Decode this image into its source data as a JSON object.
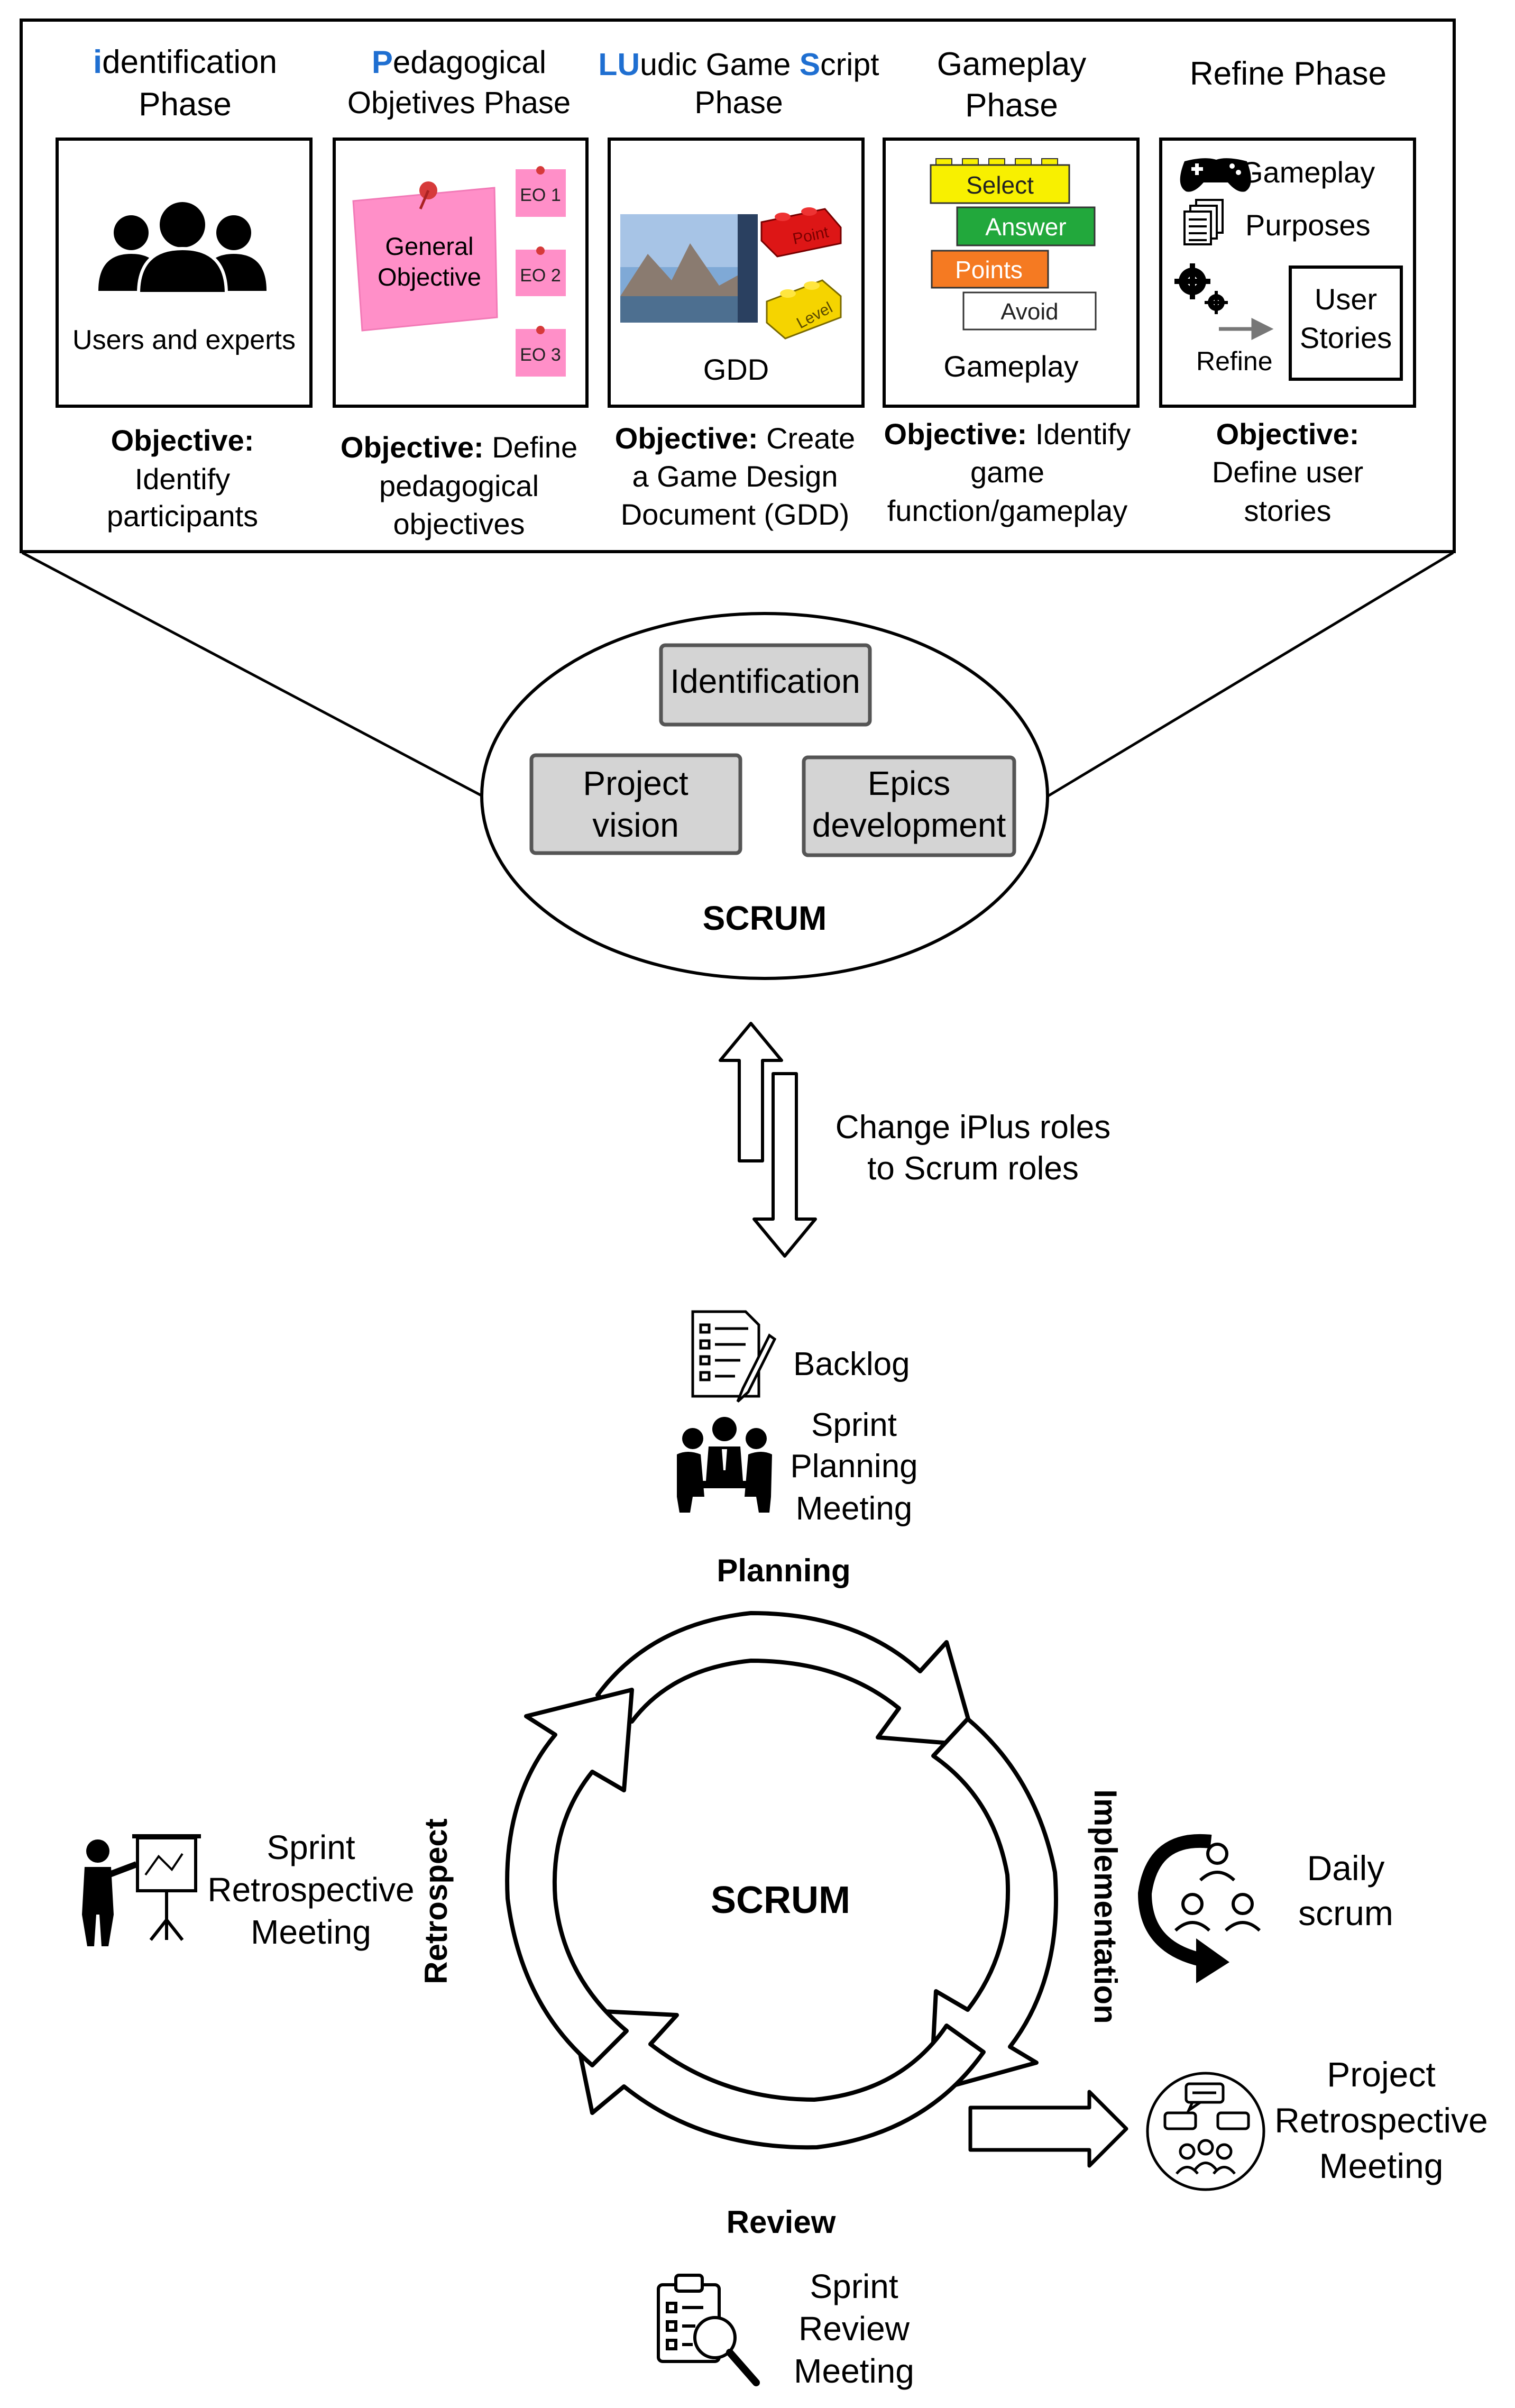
{
  "colors": {
    "blue_letter": "#1f6fd1",
    "ink": "#3a3a3a",
    "gray_box": "#d4d4d4",
    "sticky_pink": "#ff8fc8",
    "block_yellow": "#f8f000",
    "block_green": "#22a83c",
    "block_orange": "#f57a22",
    "lego_red": "#dd1616",
    "lego_yellow": "#f5d400"
  },
  "phases": [
    {
      "title_first": "i",
      "title_rest": "dentification",
      "title_line2": "Phase",
      "card_text": "Users and experts",
      "card_icon": "users-group-icon",
      "objective_label": "Objective:",
      "objective_lines": [
        "Identify",
        "participants"
      ]
    },
    {
      "title_first": "P",
      "title_rest": "edagogical",
      "title_line2": "Objetives Phase",
      "sticky_main_l1": "General",
      "sticky_main_l2": "Objective",
      "sticky_eo": [
        "EO 1",
        "EO 2",
        "EO 3"
      ],
      "card_icon": "sticky-note-icon",
      "objective_label": "Objective:",
      "objective_first": "Define",
      "objective_lines": [
        "pedagogical",
        "objectives"
      ]
    },
    {
      "title_l1a": "LU",
      "title_l1b": "udic Game ",
      "title_l1c": "S",
      "title_l1d": "cript",
      "title_line2": "Phase",
      "card_text": "GDD",
      "card_icon": "landscape-image-icon",
      "lego_label_red": "Point",
      "lego_label_yellow": "Level",
      "objective_label": "Objective:",
      "objective_first": "Create",
      "objective_lines": [
        "a Game Design",
        "Document (GDD)"
      ]
    },
    {
      "title_l1": "Gameplay",
      "title_line2": "Phase",
      "blocks": [
        "Select",
        "Answer",
        "Points",
        "Avoid"
      ],
      "card_text": "Gameplay",
      "objective_label": "Objective:",
      "objective_first": "Identify",
      "objective_lines": [
        "game",
        "function/gameplay"
      ]
    },
    {
      "title_l1": "Refine Phase",
      "items": [
        "Gameplay",
        "Purposes"
      ],
      "refine_label": "Refine",
      "stories_l1": "User",
      "stories_l2": "Stories",
      "icons": [
        "gamepad-icon",
        "documents-icon",
        "gears-icon",
        "arrow-right-icon"
      ],
      "objective_label": "Objective:",
      "objective_lines": [
        "Define user",
        "stories"
      ]
    }
  ],
  "scrum_top": {
    "boxes": [
      {
        "lines": [
          "Identification"
        ]
      },
      {
        "lines": [
          "Project",
          "vision"
        ]
      },
      {
        "lines": [
          "Epics",
          "development"
        ]
      }
    ],
    "label": "SCRUM"
  },
  "roles_change": {
    "lines": [
      "Change iPlus roles",
      "to Scrum roles"
    ]
  },
  "planning": {
    "backlog": "Backlog",
    "sprint_planning": [
      "Sprint",
      "Planning",
      "Meeting"
    ],
    "label": "Planning"
  },
  "cycle": {
    "center": "SCRUM",
    "implementation": "Implementation",
    "review": "Review",
    "retrospect": "Retrospect"
  },
  "daily": [
    "Daily",
    "scrum"
  ],
  "project_retro": [
    "Project",
    "Retrospective",
    "Meeting"
  ],
  "sprint_retro": [
    "Sprint",
    "Retrospective",
    "Meeting"
  ],
  "sprint_review": [
    "Sprint",
    "Review",
    "Meeting"
  ]
}
